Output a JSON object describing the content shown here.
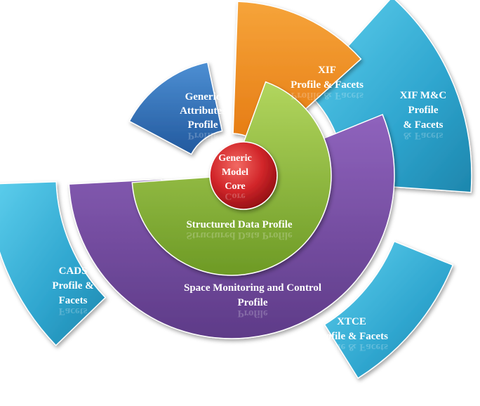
{
  "diagram": {
    "segments": {
      "xif_mc": {
        "lines": [
          "XIF M&C",
          "Profile",
          "& Facets"
        ],
        "color": "#3bb6d8"
      },
      "xif": {
        "lines": [
          "XIF",
          "Profile & Facets"
        ],
        "color": "#f08a1c"
      },
      "generic_attributes": {
        "lines": [
          "Generic",
          "Attributes",
          "Profile"
        ],
        "color": "#2f6fb8"
      },
      "cads": {
        "lines": [
          "CADS",
          "Profile &",
          "Facets"
        ],
        "color": "#3bb6d8"
      },
      "xtce": {
        "lines": [
          "XTCE",
          "Profile & Facets"
        ],
        "color": "#3bb6d8"
      },
      "space_mc": {
        "lines": [
          "Space Monitoring and Control",
          "Profile"
        ],
        "color": "#7b4fa6"
      },
      "structured_data": {
        "lines": [
          "Structured Data Profile"
        ],
        "color": "#8dbb3c"
      },
      "core": {
        "lines": [
          "Generic",
          "Model",
          "Core"
        ],
        "color": "#c4161c"
      }
    }
  }
}
